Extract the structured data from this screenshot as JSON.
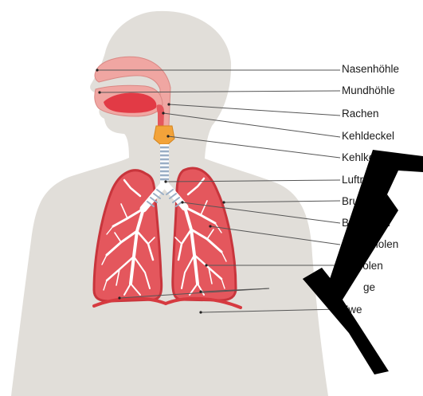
{
  "diagram": {
    "labels": [
      {
        "key": "nasenhoehle",
        "text": "Nasenhöhle"
      },
      {
        "key": "mundhoehle",
        "text": "Mundhöhle"
      },
      {
        "key": "rachen",
        "text": "Rachen"
      },
      {
        "key": "kehldeckel",
        "text": "Kehldeckel"
      },
      {
        "key": "kehlkopf",
        "text": "Kehlkopf"
      },
      {
        "key": "luftroehre",
        "text": "Luftröhr"
      },
      {
        "key": "brustfell",
        "text": "Brustfell"
      },
      {
        "key": "bronchien",
        "text": "Bronchien"
      },
      {
        "key": "bronchiolen",
        "text": "Bronchiolen"
      },
      {
        "key": "alveolen",
        "text": "Alveolen"
      },
      {
        "key": "lunge",
        "text": "ge"
      },
      {
        "key": "zwerchfell",
        "text": "Zwe"
      }
    ],
    "colors": {
      "silhouette": "#e1ded9",
      "tissue": "#f0a6a2",
      "lung": "#e4575d",
      "lung_edge": "#c8353c",
      "airway_white": "#ffffff",
      "trachea_ring": "#9aaec5",
      "larynx": "#f2a33a",
      "leader_line": "#555555",
      "occluder": "#000000"
    }
  }
}
